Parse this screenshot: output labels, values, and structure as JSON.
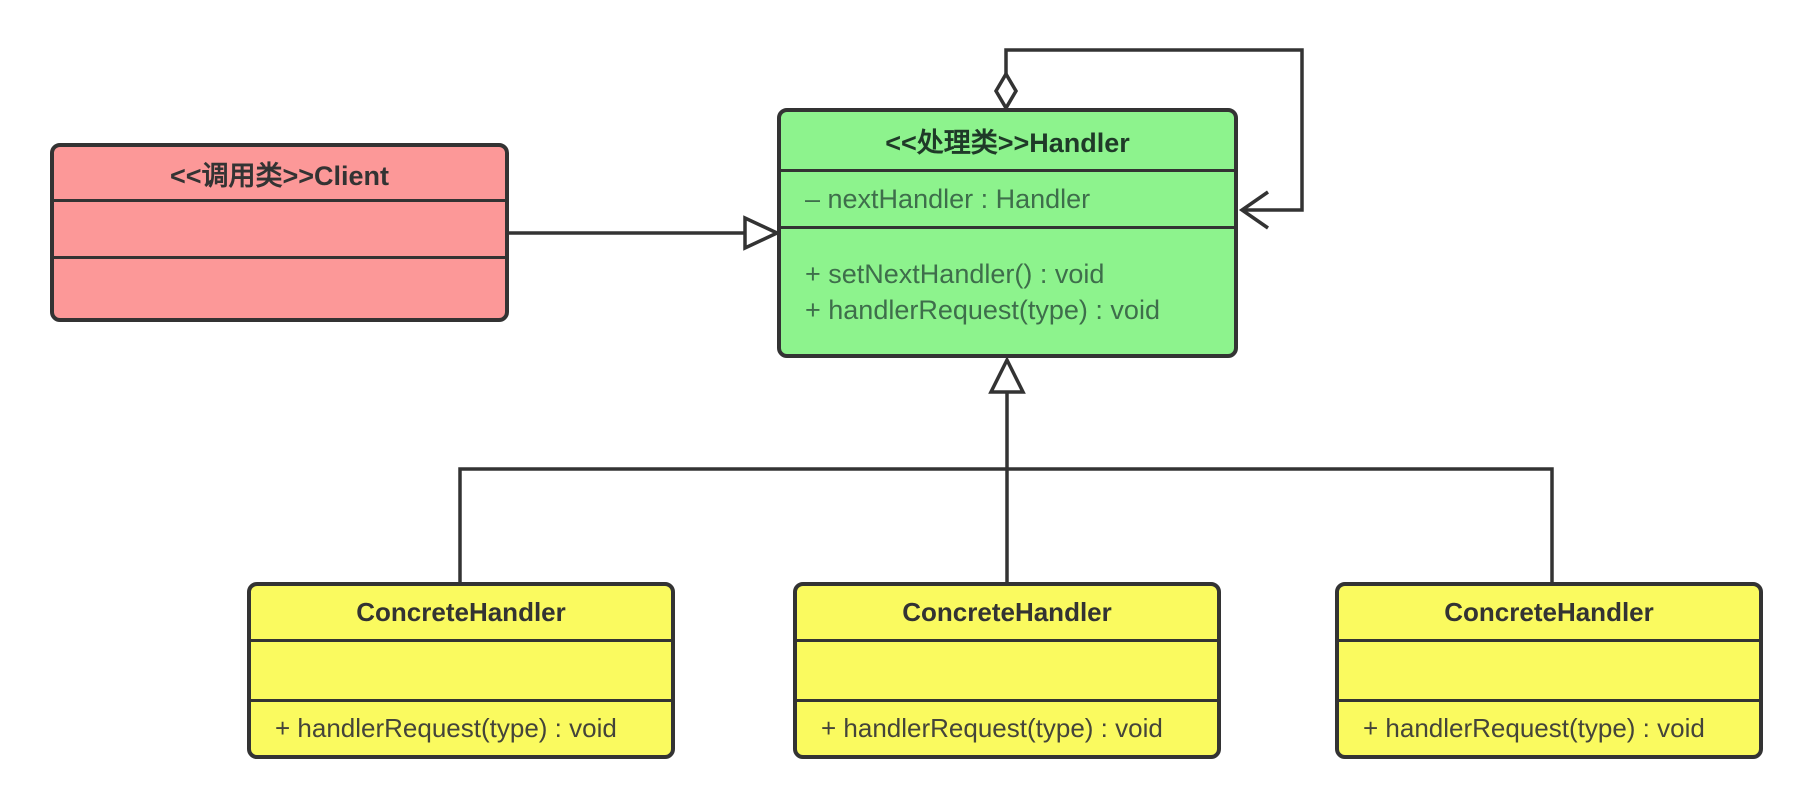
{
  "diagram": {
    "type": "uml-class-diagram",
    "pattern": "Chain of Responsibility",
    "client_class": {
      "title": "<<调用类>>Client",
      "attributes": [],
      "methods": []
    },
    "handler_class": {
      "title": "<<处理类>>Handler",
      "attributes": [
        "– nextHandler : Handler"
      ],
      "methods": [
        "+ setNextHandler() : void",
        "+ handlerRequest(type) : void"
      ]
    },
    "concrete_classes": [
      {
        "title": "ConcreteHandler",
        "methods": [
          "+ handlerRequest(type) : void"
        ]
      },
      {
        "title": "ConcreteHandler",
        "methods": [
          "+ handlerRequest(type) : void"
        ]
      },
      {
        "title": "ConcreteHandler",
        "methods": [
          "+ handlerRequest(type) : void"
        ]
      }
    ],
    "edges": [
      {
        "from": "Client",
        "to": "Handler",
        "type": "association",
        "arrowhead": "hollow-triangle"
      },
      {
        "from": "Handler",
        "to": "Handler",
        "type": "self-aggregation",
        "arrowhead": "open-v",
        "tail": "hollow-diamond"
      },
      {
        "from": "ConcreteHandler x3",
        "to": "Handler",
        "type": "generalization",
        "arrowhead": "hollow-triangle"
      }
    ],
    "colors": {
      "background": "#FFFFFF",
      "stroke": "#333333",
      "client_fill": "#FC9898",
      "handler_fill": "#8DF38D",
      "handler_text": "#3E6E4B",
      "concrete_fill": "#FAFA5F",
      "title_text": "#333333"
    }
  }
}
